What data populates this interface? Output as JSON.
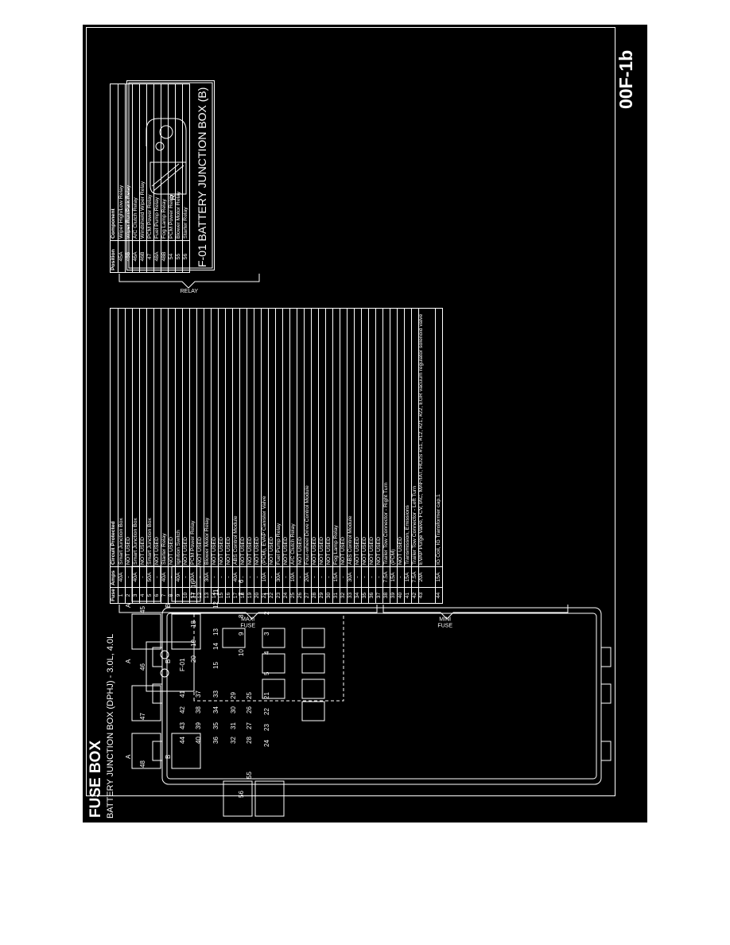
{
  "title": "FUSE BOX",
  "subtitle": "BATTERY JUNCTION BOX (DPHJ) - 3.0L, 4.0L",
  "page_id": "00F-1b",
  "fuse_table": {
    "headers": [
      "Fuse",
      "Amps",
      "Circuit Protected"
    ],
    "rows": [
      [
        "1",
        "40A",
        "Smart Junction Box"
      ],
      [
        "2",
        "-",
        "NOT USED"
      ],
      [
        "3",
        "40A",
        "Smart Junction Box"
      ],
      [
        "4",
        "-",
        "NOT USED"
      ],
      [
        "5",
        "50A",
        "Smart Junction Box"
      ],
      [
        "6",
        "-",
        "NOT USED"
      ],
      [
        "7",
        "40A",
        "Starter Relay"
      ],
      [
        "8",
        "-",
        "NOT USED"
      ],
      [
        "9",
        "40A",
        "Ignition Switch"
      ],
      [
        "10",
        "-",
        "NOT USED"
      ],
      [
        "11",
        "30A",
        "PCM Power Relay"
      ],
      [
        "12",
        "-",
        "NOT USED"
      ],
      [
        "13",
        "30A",
        "Blower Motor Relay"
      ],
      [
        "14",
        "-",
        "NOT USED"
      ],
      [
        "15",
        "-",
        "NOT USED"
      ],
      [
        "16",
        "-",
        "NOT USED"
      ],
      [
        "17",
        "40A",
        "ABS Control Module"
      ],
      [
        "18",
        "-",
        "NOT USED"
      ],
      [
        "19",
        "-",
        "NOT USED"
      ],
      [
        "20",
        "-",
        "NOT USED"
      ],
      [
        "21",
        "10A",
        "(PCM), EVAP Canister Valve"
      ],
      [
        "22",
        "-",
        "NOT USED"
      ],
      [
        "23",
        "30A",
        "Fuel Pump Relay"
      ],
      [
        "24",
        "-",
        "NOT USED"
      ],
      [
        "25",
        "10A",
        "A/C Clutch Relay"
      ],
      [
        "26",
        "-",
        "NOT USED"
      ],
      [
        "27",
        "20A",
        "Four-wheel Drive Control Module"
      ],
      [
        "28",
        "-",
        "NOT USED"
      ],
      [
        "29",
        "-",
        "NOT USED"
      ],
      [
        "30",
        "-",
        "NOT USED"
      ],
      [
        "31",
        "15A",
        "Fog Lamp Relay"
      ],
      [
        "32",
        "-",
        "NOT USED"
      ],
      [
        "33",
        "30A",
        "ABS Control Module"
      ],
      [
        "34",
        "-",
        "NOT USED"
      ],
      [
        "35",
        "-",
        "NOT USED"
      ],
      [
        "36",
        "-",
        "NOT USED"
      ],
      [
        "37",
        "-",
        "NOT USED"
      ],
      [
        "38",
        "7.5A",
        "Trailer Tow Connector - Right Turn"
      ],
      [
        "39",
        "15A",
        "(PCM)"
      ],
      [
        "40",
        "-",
        "NOT USED"
      ],
      [
        "41",
        "15A",
        "Transmission, Emissions"
      ],
      [
        "42",
        "7.5A",
        "Trailer Tow Connector - Left Turn"
      ],
      [
        "43",
        "20A",
        "EVAP Purge Valve, FCV, IAC, MAF/IAT, HO2S #11, #12, #21, #22, EGR vacuum regulator solenoid valve"
      ],
      [
        "44",
        "15A",
        "IG Coil, IG Transformer cap.1"
      ]
    ]
  },
  "relay_table": {
    "headers": [
      "Position",
      "Component"
    ],
    "rows": [
      [
        "45A",
        "Wiper High/Low Relay"
      ],
      [
        "45B",
        "Wiper Run/Park Relay"
      ],
      [
        "46A",
        "A/C Clutch Relay"
      ],
      [
        "46B",
        "Windshield Wiper Relay"
      ],
      [
        "47",
        "PCM Power Relay"
      ],
      [
        "48A",
        "Fuel Pump Relay"
      ],
      [
        "48B",
        "Fog Lamp Relay"
      ],
      [
        "54",
        "PCM Power Relay"
      ],
      [
        "55",
        "Blower Motor Relay"
      ],
      [
        "56",
        "Starter Relay"
      ]
    ]
  },
  "labels": {
    "maxi_fuse": "MAXI FUSE",
    "mini_fuse": "MINI FUSE",
    "relay": "RELAY",
    "panel_title": "F-01  BATTERY JUNCTION BOX (B)",
    "panel_r": "R",
    "f01": "F-01",
    "a": "A",
    "b": "B"
  },
  "diagram_numbers": [
    "1",
    "2",
    "3",
    "4",
    "5",
    "6",
    "7",
    "8",
    "9",
    "10",
    "11",
    "12",
    "13",
    "14",
    "15",
    "16",
    "17",
    "18",
    "19",
    "20",
    "21",
    "22",
    "23",
    "24",
    "25",
    "26",
    "27",
    "28",
    "29",
    "30",
    "31",
    "32",
    "33",
    "34",
    "35",
    "36",
    "37",
    "38",
    "39",
    "40",
    "41",
    "42",
    "43",
    "44",
    "45",
    "46",
    "47",
    "48",
    "55",
    "56"
  ]
}
